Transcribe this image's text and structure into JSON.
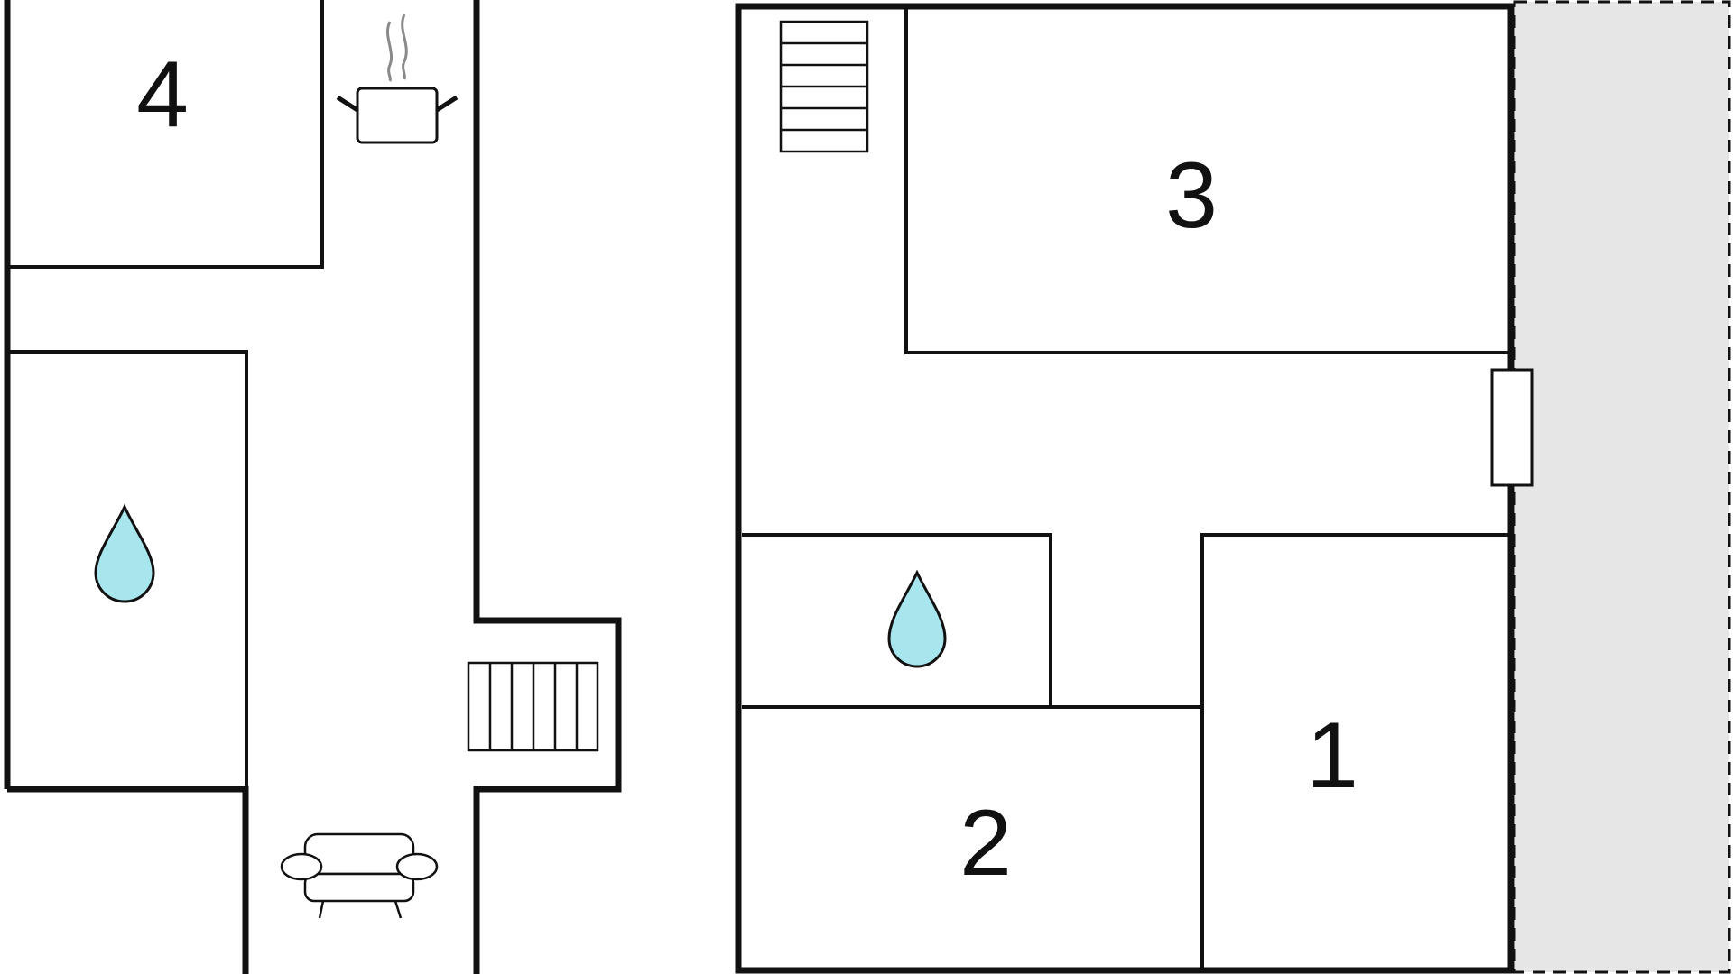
{
  "rooms": [
    {
      "id": "bedroom-1",
      "label": "1"
    },
    {
      "id": "bedroom-2",
      "label": "2"
    },
    {
      "id": "bedroom-3",
      "label": "3"
    },
    {
      "id": "bedroom-4",
      "label": "4"
    }
  ],
  "icons": {
    "bathroom": "water-drop-icon",
    "kitchen": "cooking-pot-icon",
    "living": "sofa-icon",
    "stairs": "stairs-icon",
    "door": "door-icon"
  },
  "colors": {
    "wall": "#111111",
    "water_drop": "#a8e6ee",
    "terrace": "#e6e6e6",
    "steam": "#8a8a8a"
  }
}
